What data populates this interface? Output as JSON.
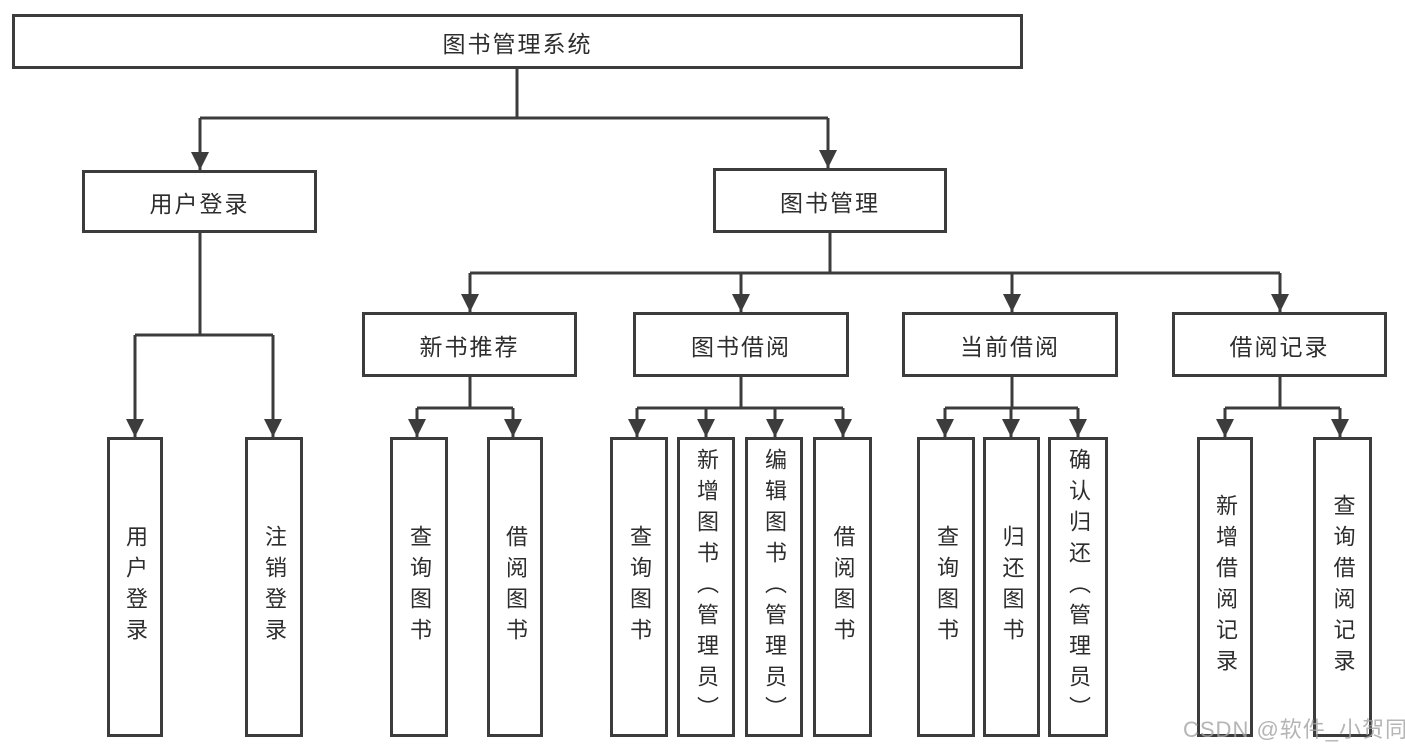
{
  "tree": {
    "label": "图书管理系统",
    "children": [
      {
        "label": "用户登录",
        "children": [
          {
            "label": "用户登录"
          },
          {
            "label": "注销登录"
          }
        ]
      },
      {
        "label": "图书管理",
        "children": [
          {
            "label": "新书推荐",
            "children": [
              {
                "label": "查询图书"
              },
              {
                "label": "借阅图书"
              }
            ]
          },
          {
            "label": "图书借阅",
            "children": [
              {
                "label": "查询图书"
              },
              {
                "label": "新增图书（管理员）"
              },
              {
                "label": "编辑图书（管理员）"
              },
              {
                "label": "借阅图书"
              }
            ]
          },
          {
            "label": "当前借阅",
            "children": [
              {
                "label": "查询图书"
              },
              {
                "label": "归还图书"
              },
              {
                "label": "确认归还（管理员）"
              }
            ]
          },
          {
            "label": "借阅记录",
            "children": [
              {
                "label": "新增借阅记录"
              },
              {
                "label": "查询借阅记录"
              }
            ]
          }
        ]
      }
    ]
  },
  "watermark": {
    "text": "CSDN @软件_小贺同学"
  },
  "colors": {
    "line": "#3c3c3c",
    "text": "#2d2d2d",
    "background": "#ffffff",
    "watermark": "#a3a3a3"
  }
}
